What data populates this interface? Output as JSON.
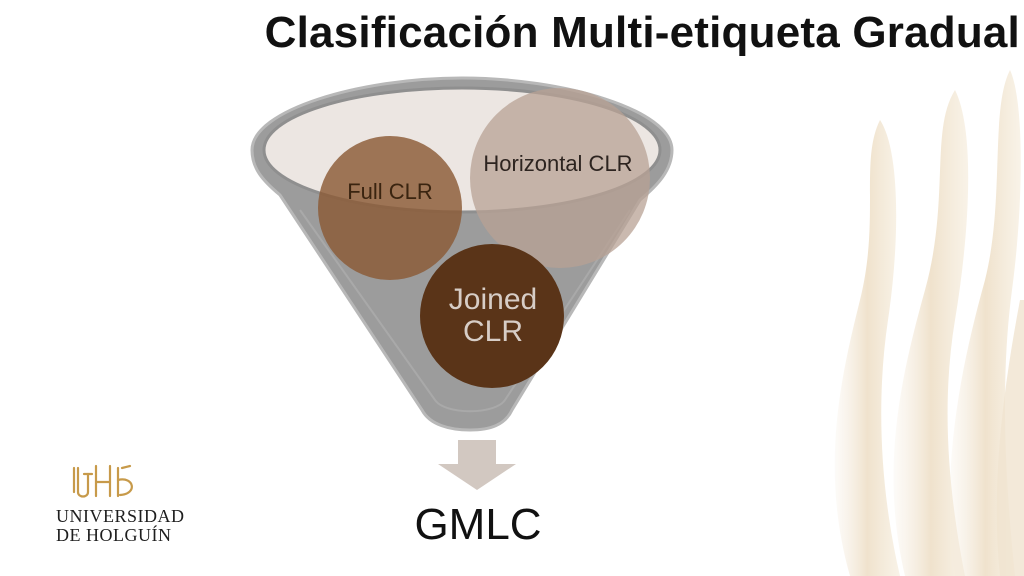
{
  "title": "Clasificación Multi-etiqueta Gradual",
  "funnel": {
    "items": [
      {
        "label": "Full CLR"
      },
      {
        "label": "Horizontal CLR"
      },
      {
        "label": "Joined CLR"
      }
    ],
    "result": "GMLC"
  },
  "logo": {
    "line1": "UNIVERSIDAD",
    "line2": "DE HOLGUÍN"
  },
  "colors": {
    "funnel_body": "#9a9a9a",
    "funnel_rim": "#ece6e2",
    "full_clr": "#8b5a36",
    "horizontal_clr": "#c6b4a8",
    "joined_clr": "#5a3418",
    "arrow": "#d1c7c0",
    "logo_gold": "#c79a4a"
  }
}
